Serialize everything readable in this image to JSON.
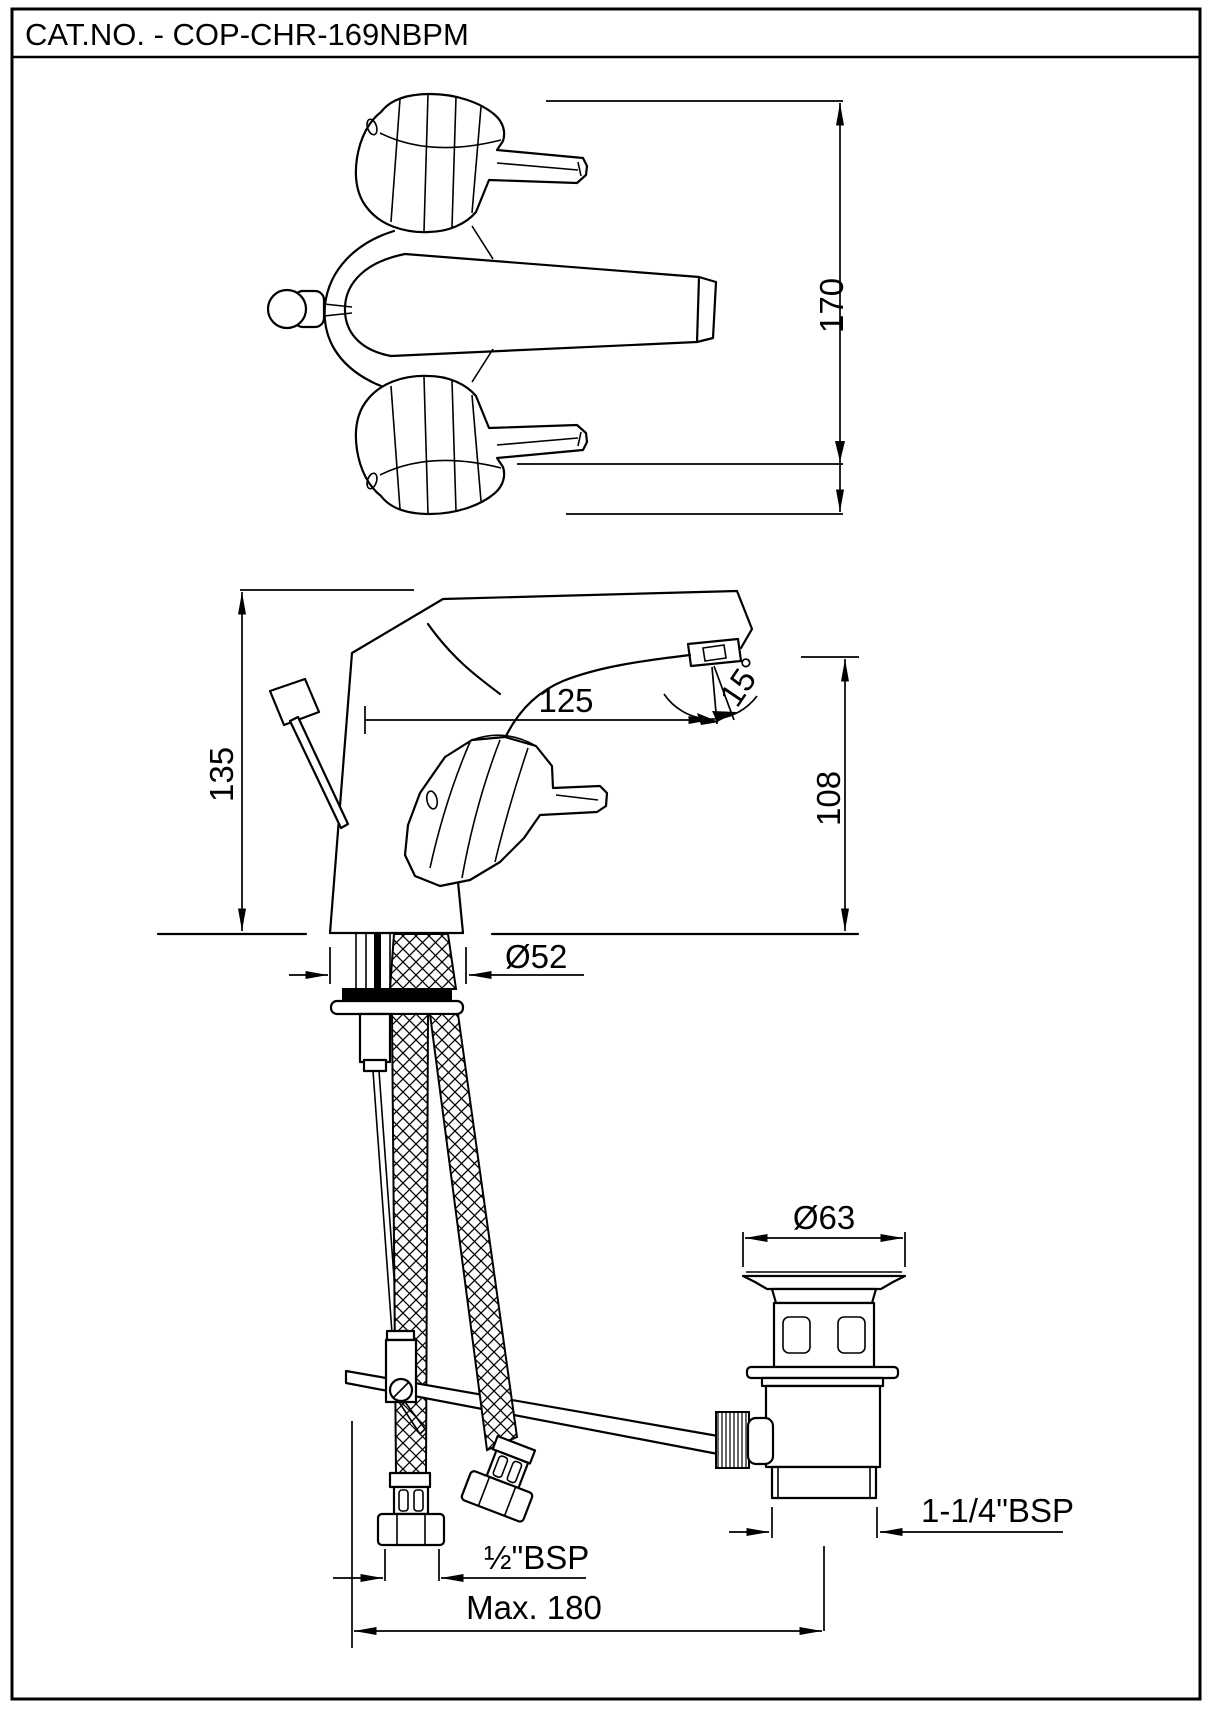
{
  "title_block": {
    "cat_no": "CAT.NO. - COP-CHR-169NBPM"
  },
  "dimensions": {
    "overall_depth": "170",
    "body_height": "135",
    "spout_reach": "125",
    "spout_angle": "15°",
    "spout_height": "108",
    "base_diameter": "Ø52",
    "waste_flange_diameter": "Ø63",
    "waste_thread_size": "1-1/4\"BSP",
    "inlet_thread_size": "½\"BSP",
    "max_spread": "Max. 180"
  },
  "colors": {
    "line": "#000000",
    "paper": "#ffffff"
  }
}
